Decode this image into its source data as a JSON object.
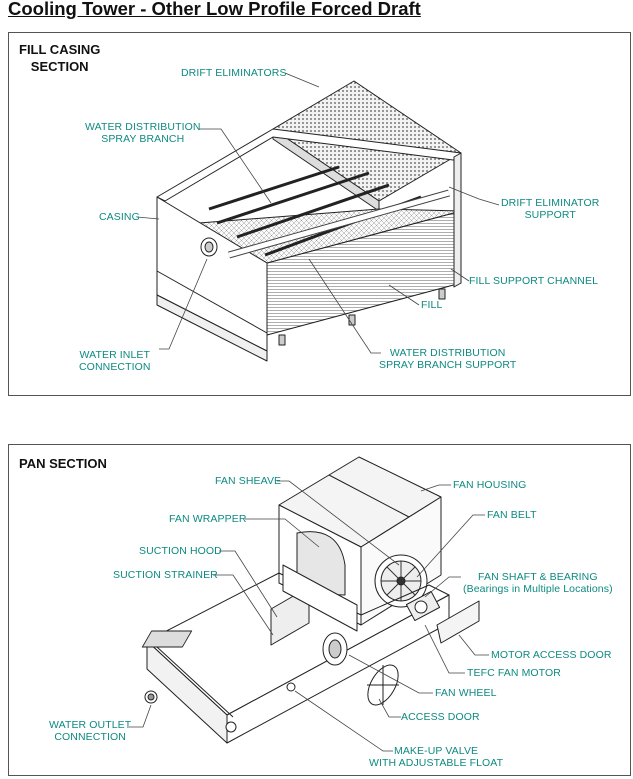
{
  "title": "Cooling Tower - Other Low Profile Forced Draft",
  "colors": {
    "label": "#0d8a80",
    "line": "#222222",
    "border": "#555555"
  },
  "fill_casing": {
    "title_line1": "FILL CASING",
    "title_line2": "SECTION",
    "labels": {
      "drift_eliminators": "DRIFT ELIMINATORS",
      "water_dist_spray_branch_1": "WATER DISTRIBUTION",
      "water_dist_spray_branch_2": "SPRAY BRANCH",
      "casing": "CASING",
      "drift_eliminator_support_1": "DRIFT ELIMINATOR",
      "drift_eliminator_support_2": "SUPPORT",
      "fill_support_channel": "FILL SUPPORT CHANNEL",
      "fill": "FILL",
      "water_inlet_1": "WATER INLET",
      "water_inlet_2": "CONNECTION",
      "spray_branch_support_1": "WATER DISTRIBUTION",
      "spray_branch_support_2": "SPRAY BRANCH SUPPORT"
    }
  },
  "pan_section": {
    "title": "PAN SECTION",
    "labels": {
      "fan_sheave": "FAN SHEAVE",
      "fan_housing": "FAN HOUSING",
      "fan_wrapper": "FAN WRAPPER",
      "fan_belt": "FAN BELT",
      "suction_hood": "SUCTION HOOD",
      "suction_strainer": "SUCTION STRAINER",
      "fan_shaft_bearing_1": "FAN SHAFT & BEARING",
      "fan_shaft_bearing_2": "(Bearings in Multiple Locations)",
      "motor_access_door": "MOTOR ACCESS DOOR",
      "tefc_fan_motor": "TEFC FAN MOTOR",
      "fan_wheel": "FAN WHEEL",
      "access_door": "ACCESS DOOR",
      "water_outlet_1": "WATER OUTLET",
      "water_outlet_2": "CONNECTION",
      "makeup_valve_1": "MAKE-UP VALVE",
      "makeup_valve_2": "WITH ADJUSTABLE FLOAT"
    }
  }
}
